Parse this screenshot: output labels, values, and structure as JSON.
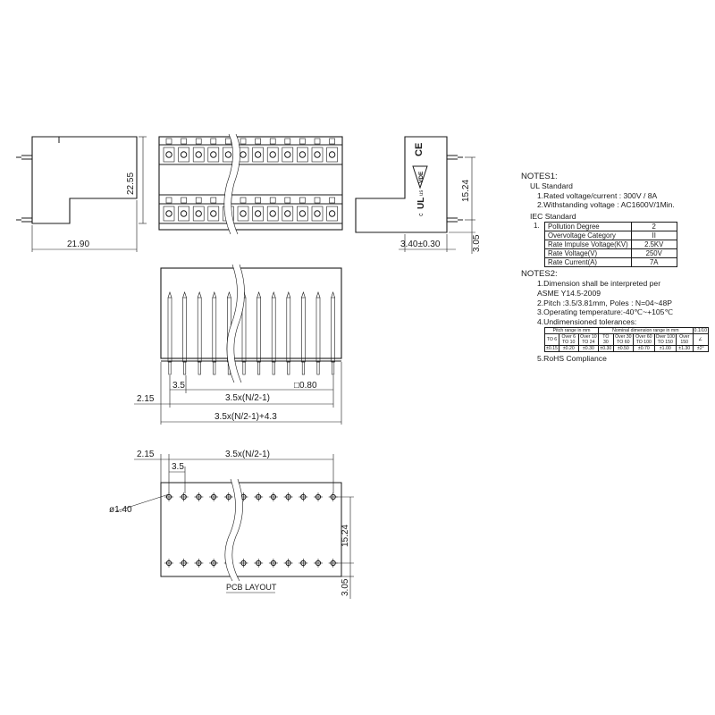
{
  "dimensions": {
    "side_width": "21.90",
    "side_height": "22.55",
    "front_height": "15.24",
    "front_offset": "3.05",
    "front_base": "3.40±0.30",
    "pin_pitch": "3.5",
    "pin_edge": "2.15",
    "pin_span": "3.5x(N/2-1)",
    "pin_size": "□0.80",
    "total_length": "3.5x(N/2-1)+4.3",
    "pcb_edge": "2.15",
    "pcb_span": "3.5x(N/2-1)",
    "pcb_pitch": "3.5",
    "hole_dia": "ø1.40",
    "pcb_row_spacing": "15.24",
    "pcb_offset": "3.05"
  },
  "pcb_label": "PCB LAYOUT",
  "marks": [
    "CE",
    "VDE",
    "c",
    "UL",
    "us"
  ],
  "notes1": {
    "title": "NOTES1:",
    "ul_heading": "UL Standard",
    "ul_items": [
      "1.Rated voltage/current : 300V / 8A",
      "2.Withstanding voltage : AC1600V/1Min."
    ],
    "iec_heading": "IEC Standard",
    "iec_index": "1.",
    "iec_table": [
      {
        "param": "Pollution Degree",
        "value": "2"
      },
      {
        "param": "Overvoltage Category",
        "value": "II"
      },
      {
        "param": "Rate Impulse Voltage(KV)",
        "value": "2.5KV"
      },
      {
        "param": "Rate Voltage(V)",
        "value": "250V"
      },
      {
        "param": "Rate Current(A)",
        "value": "7A"
      }
    ]
  },
  "notes2": {
    "title": "NOTES2:",
    "items": [
      "1.Dimension shall be interpreted per",
      "ASME Y14.5-2009",
      "2.Pitch :3.5/3.81mm, Poles : N=04~48P",
      "3.Operating temperature:-40℃~+105℃",
      "4.Undimensioned tolerances:"
    ],
    "tolerance_table": {
      "head_pitch": "Pitch range in mm",
      "head_nominal": "Nominal dimension range in mm",
      "pitch_cols": [
        "TO 6",
        "Over 6 TO 10",
        "Over 10 TO 24"
      ],
      "nominal_cols": [
        "TO 30",
        "Over 30 TO 60",
        "Over 60 TO 100",
        "Over 100 TO 150",
        "Over 150"
      ],
      "symbol_cols": [
        "0.1/10",
        "∠"
      ],
      "values": [
        "±0.15",
        "±0.20",
        "±0.30",
        "±0.30",
        "±0.50",
        "±0.70",
        "±1.00",
        "±1.30",
        "±2°"
      ]
    },
    "rohs": "5.RoHS Compliance"
  }
}
